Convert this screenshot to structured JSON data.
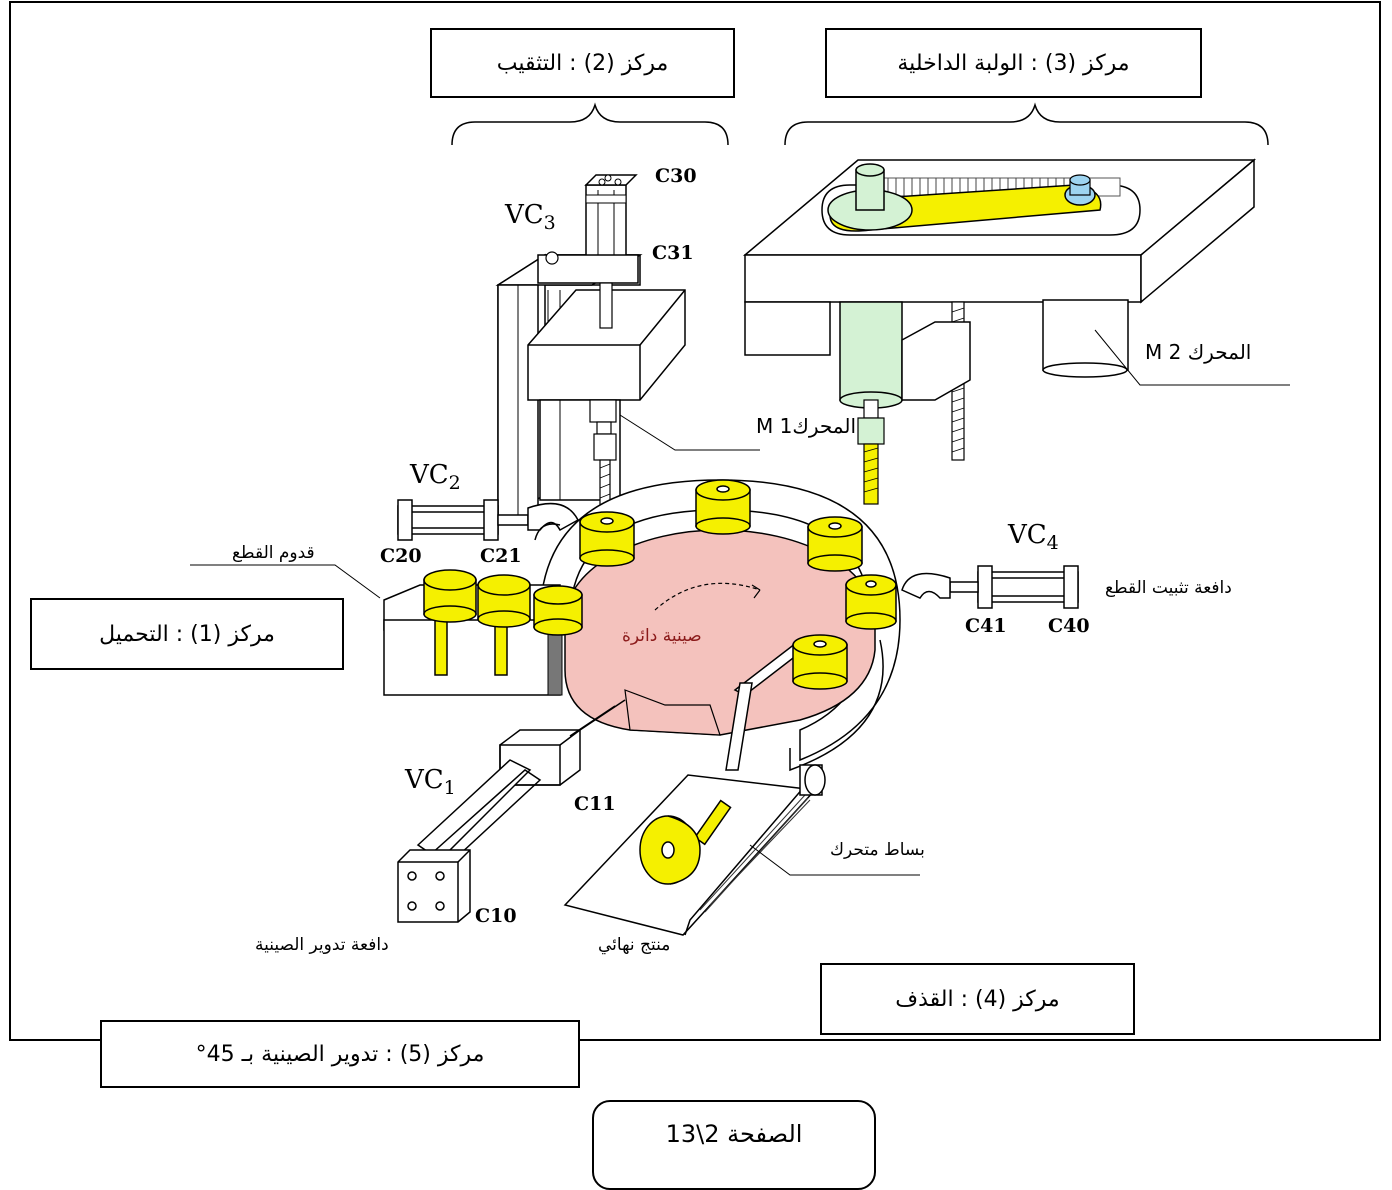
{
  "stations": {
    "drilling": "مركز (2) : التثقيب",
    "internal_thread": "مركز (3) : الولبة الداخلية",
    "loading": "مركز (1) : التحميل",
    "ejection": "مركز (4) : القذف",
    "rotation": "مركز (5) : تدوير الصينية بـ 45°"
  },
  "page_number": "الصفحة 2\\13",
  "labels": {
    "motor_m1": "المحرك1 M",
    "motor_m2": "المحرك  M 2",
    "parts_arrival": "قدوم القطع",
    "rotary_table": "صينية دائرة",
    "part_clamping_pusher": "دافعة تثبيت القطع",
    "table_rotation_pusher": "دافعة تدوير الصينية",
    "conveyor": "بساط متحرك",
    "final_product": "منتج نهائي"
  },
  "cylinders": {
    "vc1": "VC",
    "vc1_sub": "1",
    "vc2": "VC",
    "vc2_sub": "2",
    "vc3": "VC",
    "vc3_sub": "3",
    "vc4": "VC",
    "vc4_sub": "4"
  },
  "sensors": {
    "c10": "C10",
    "c11": "C11",
    "c20": "C20",
    "c21": "C21",
    "c30": "C30",
    "c31": "C31",
    "c40": "C40",
    "c41": "C41"
  },
  "colors": {
    "part_yellow": "#f5f000",
    "table_pink": "#f4c2bd",
    "drill_green": "#d4f2d4",
    "pulley_blue": "#9ed4f0"
  }
}
